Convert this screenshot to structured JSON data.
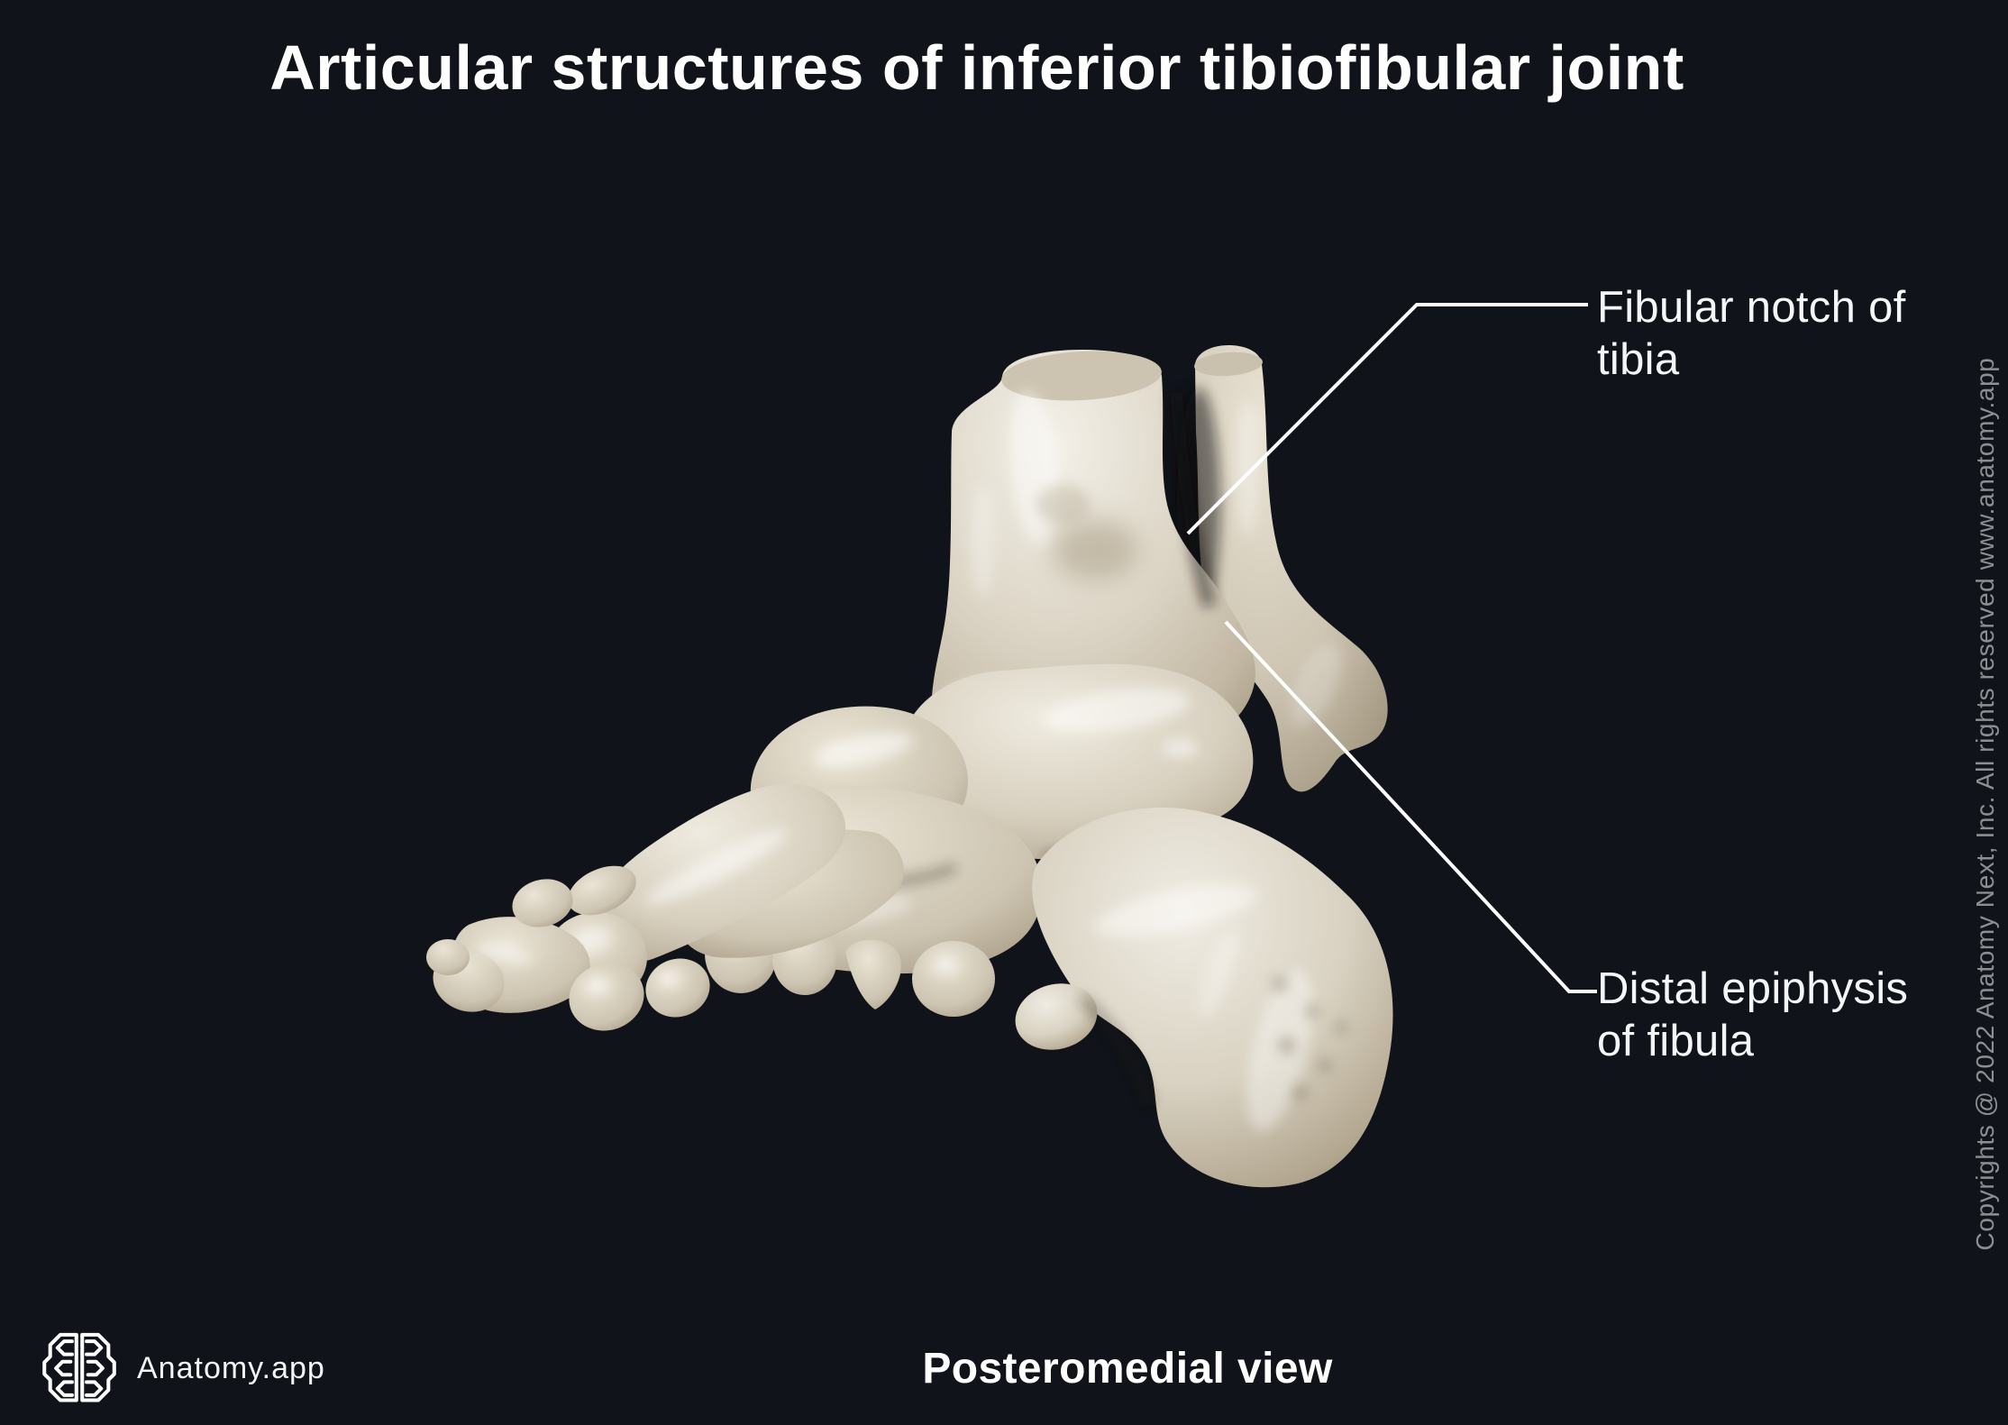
{
  "page": {
    "title": "Articular structures of inferior tibiofibular joint",
    "view_caption": "Posteromedial view",
    "background_color": "#10141a",
    "text_color": "#ffffff"
  },
  "branding": {
    "logo_text": "Anatomy.app",
    "logo_icon": "brain-outline-icon"
  },
  "copyright": {
    "text": "Copyrights @ 2022 Anatomy Next, Inc. All rights reserved www.anatomy.app",
    "color": "#8e8f93"
  },
  "figure": {
    "description": "3D render of ankle and foot bones (tibia, fibula, talus, calcaneus, tarsals, metatarsals, phalanges), posteromedial view",
    "bone_color": "#d8d1c2",
    "leader_line_color": "#ffffff",
    "labels": [
      {
        "lines": [
          "Fibular notch of",
          "tibia"
        ]
      },
      {
        "lines": [
          "Distal epiphysis",
          "of fibula"
        ]
      }
    ]
  }
}
